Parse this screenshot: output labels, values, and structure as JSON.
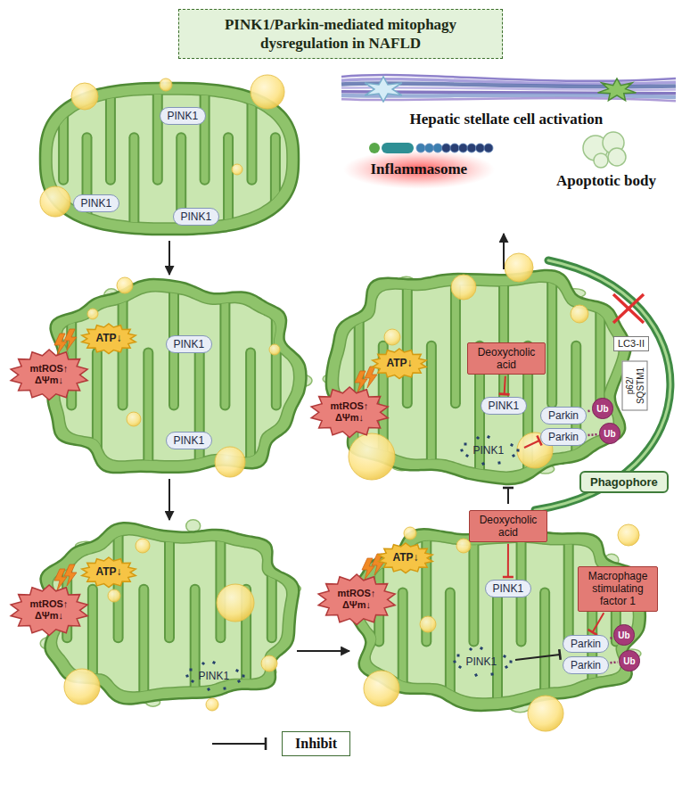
{
  "diagram": {
    "title": "PINK1/Parkin-mediated mitophagy dysregulation in NAFLD",
    "nodes": [
      {
        "text": [
          "PINK1"
        ]
      },
      {
        "text": [
          "PINK1"
        ]
      },
      {
        "text": [
          "PINK1"
        ]
      },
      {
        "text": [
          "ATP↓"
        ]
      },
      {
        "text": [
          "mtROS↑ ΔΨm↓"
        ]
      },
      {
        "text": [
          "PINK1"
        ]
      },
      {
        "text": [
          "PINK1"
        ]
      },
      {
        "text": [
          "ATP↓"
        ]
      },
      {
        "text": [
          "mtROS↑ ΔΨm↓"
        ]
      },
      {
        "text": [
          "ATP↓"
        ]
      },
      {
        "text": [
          "mtROS↑ ΔΨm↓"
        ]
      },
      {
        "text": [
          "Deoxycholic acid"
        ]
      },
      {
        "text": [
          "PINK1"
        ]
      },
      {
        "text": [
          "Macrophage stimulating factor 1"
        ]
      },
      {
        "text": [
          "Parkin"
        ]
      },
      {
        "text": [
          "Parkin"
        ]
      },
      {
        "text": [
          "Ub"
        ]
      },
      {
        "text": [
          "Ub"
        ]
      },
      {
        "text": [
          "ATP↓"
        ]
      },
      {
        "text": [
          "mtROS↑ ΔΨm↓"
        ]
      },
      {
        "text": [
          "Deoxycholic acid"
        ]
      },
      {
        "text": [
          "PINK1"
        ]
      },
      {
        "text": [
          "LC3-II"
        ]
      },
      {
        "text": [
          "p62/ SQSTM1"
        ]
      },
      {
        "text": [
          "Parkin"
        ]
      },
      {
        "text": [
          "Parkin"
        ]
      },
      {
        "text": [
          "Ub"
        ]
      },
      {
        "text": [
          "Ub"
        ]
      },
      {
        "text": [
          "Phagophore"
        ]
      }
    ],
    "edges": [
      {
        "from": 11,
        "to": 12,
        "arrow": "to"
      },
      {
        "from": 13,
        "to": 14,
        "arrow": "to"
      },
      {
        "from": 14,
        "to": 16,
        "arrow": "none"
      },
      {
        "from": 15,
        "to": 17,
        "arrow": "none"
      },
      {
        "from": 20,
        "to": 21,
        "arrow": "to"
      },
      {
        "from": 24,
        "to": 26,
        "arrow": "none"
      },
      {
        "from": 25,
        "to": 27,
        "arrow": "none"
      }
    ],
    "labels": [
      "Hepatic stellate cell activation",
      "Inflammasome",
      "Apoptotic body",
      "PINK1",
      "PINK1",
      "PINK1"
    ],
    "legend": [
      {
        "text": "Inhibit"
      }
    ]
  }
}
